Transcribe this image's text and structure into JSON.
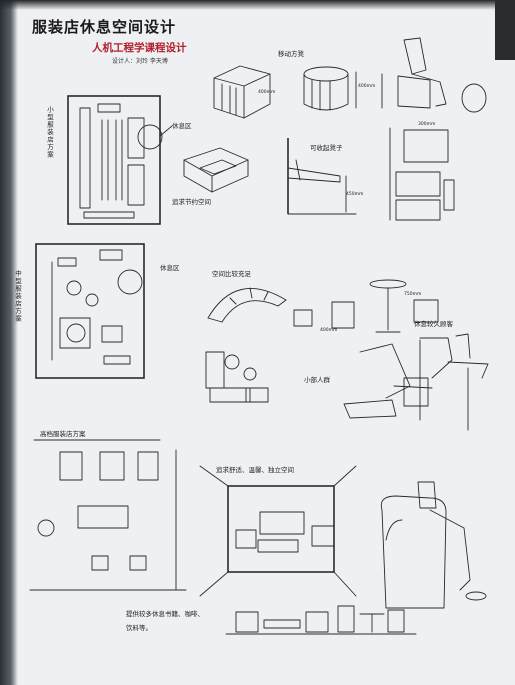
{
  "poster": {
    "title": "服装店休息空间设计",
    "subtitle": "人机工程学课程设计",
    "author": "设计人：刘玲 李天博",
    "labels": {
      "movable_cube": "移动方凳",
      "rest_area_1": "休息区",
      "save_space": "追求节约空间",
      "foldable_stool": "可收起凳子",
      "rest_area_2": "休息区",
      "more_space": "空间比较充足",
      "long_wait": "休息较久顾客",
      "small_people": "小部人群",
      "large_store": "高档服装店方案",
      "comfort": "追求舒适、温馨、独立空间",
      "provide_services": "提供较多休息书籍、咖啡、",
      "drinks": "饮料等。"
    },
    "vertical_labels": {
      "plan_a": "小型服装店方案",
      "plan_b": "中型服装店方案"
    },
    "dimensions": {
      "d1": "400mm",
      "d2": "400mm",
      "d3": "450mm",
      "d4": "300mm",
      "d5": "750mm",
      "d6": "400mm"
    }
  }
}
